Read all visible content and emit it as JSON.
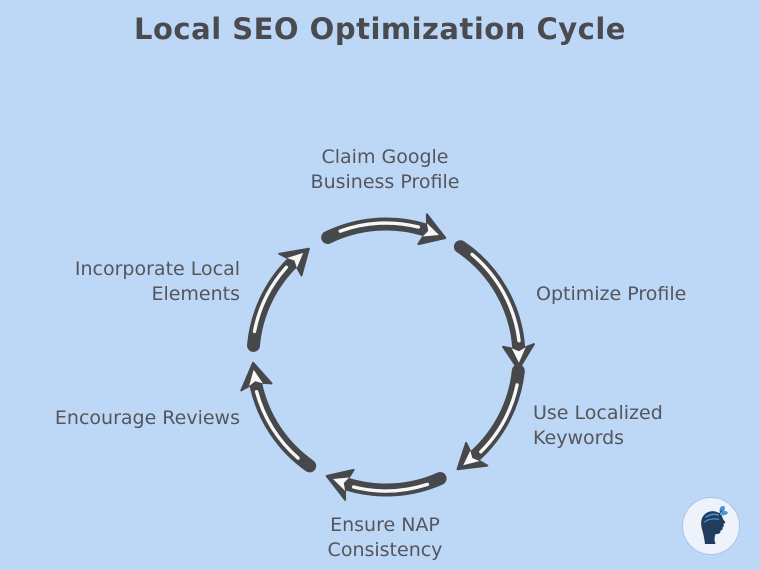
{
  "title": "Local SEO Optimization Cycle",
  "steps": [
    {
      "id": "claim",
      "label": "Claim Google\nBusiness Profile"
    },
    {
      "id": "optimize",
      "label": "Optimize Profile"
    },
    {
      "id": "keywords",
      "label": "Use Localized\nKeywords"
    },
    {
      "id": "nap",
      "label": "Ensure NAP\nConsistency"
    },
    {
      "id": "reviews",
      "label": "Encourage Reviews"
    },
    {
      "id": "incorporate",
      "label": "Incorporate Local\nElements"
    }
  ],
  "diagram": {
    "type": "cycle",
    "direction": "clockwise",
    "segments": [
      {
        "from": -26,
        "to": 16
      },
      {
        "from": 34,
        "to": 85
      },
      {
        "from": 96,
        "to": 137
      },
      {
        "from": 156,
        "to": 196
      },
      {
        "from": 215,
        "to": 257
      },
      {
        "from": 275,
        "to": 314
      }
    ]
  },
  "colors": {
    "background": "#bdd7f6",
    "title_text": "#4a4b4e",
    "label_text": "#54565b",
    "arrow_dark": "#47484b",
    "arrow_highlight": "#f7f7f7",
    "logo_silhouette": "#223c5e",
    "logo_butterfly": "#4496d2",
    "logo_badge_bg": "#eef2fb"
  }
}
